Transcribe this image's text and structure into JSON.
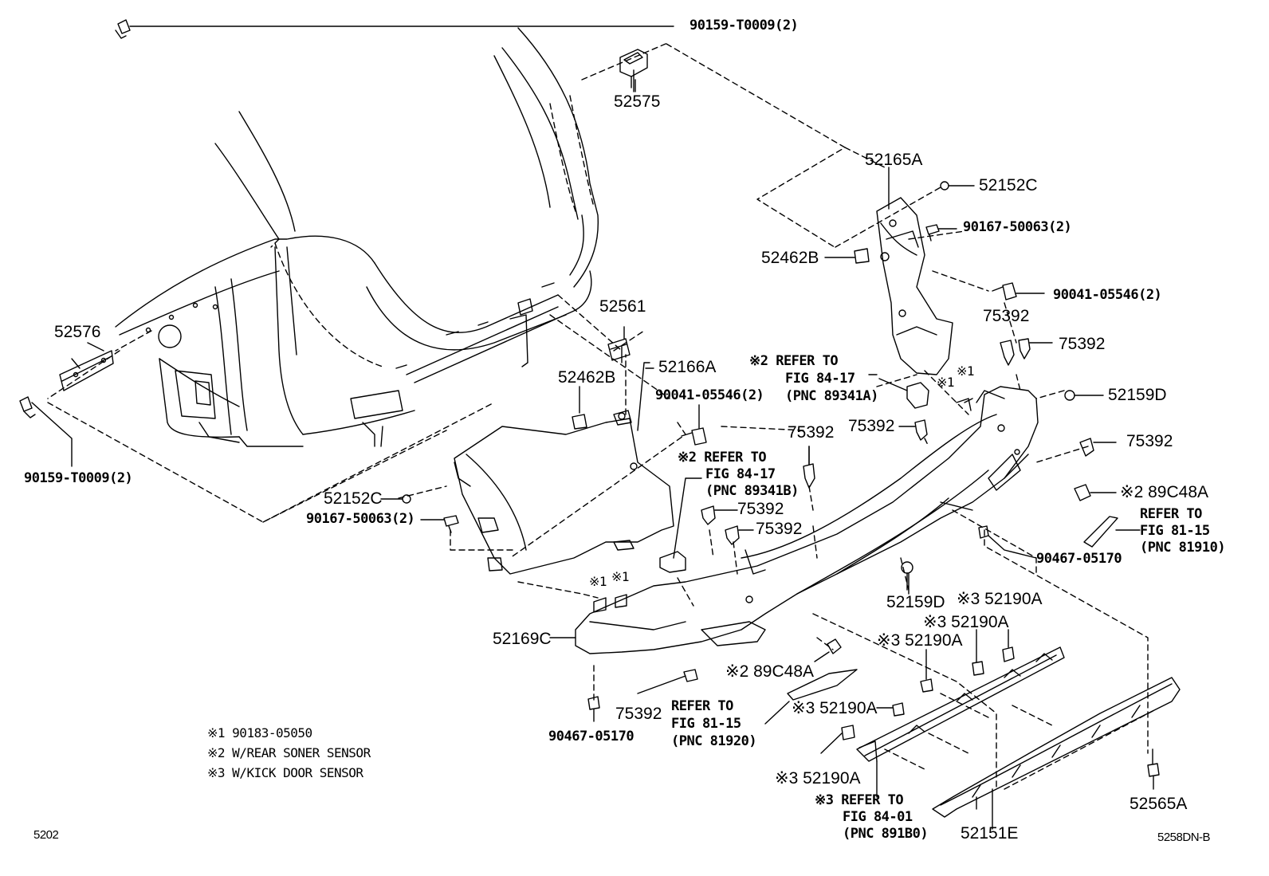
{
  "labels": {
    "p90159_top": "90159-T0009(2)",
    "p52575": "52575",
    "p52165A": "52165A",
    "p52152C_r": "52152C",
    "p90167_r": "90167-50063(2)",
    "p52462B_r": "52462B",
    "p90041_r": "90041-05546(2)",
    "p75392_r1": "75392",
    "p75392_r2": "75392",
    "p52561": "52561",
    "p52576": "52576",
    "p90159_left": "90159-T0009(2)",
    "p52462B_l": "52462B",
    "p52166A": "52166A",
    "p90041_l": "90041-05546(2)",
    "ref1_line1": "※2 REFER TO",
    "ref1_line2": "FIG 84-17",
    "ref1_line3": "(PNC 89341A)",
    "p52159D_r": "52159D",
    "p75392_m": "75392",
    "p75392_m2": "75392",
    "p75392_r3": "75392",
    "ref2_line1": "※2 REFER TO",
    "ref2_line2": "FIG 84-17",
    "ref2_line3": "(PNC 89341B)",
    "p52152C_l": "52152C",
    "p90167_l": "90167-50063(2)",
    "p75392_c1": "75392",
    "p75392_c2": "75392",
    "p89C48A_r": "※2 89C48A",
    "ref3_line1": "REFER TO",
    "ref3_line2": "FIG 81-15",
    "ref3_line3": "(PNC 81910)",
    "p90467_r": "90467-05170",
    "mark1a": "※1",
    "mark1b": "※1",
    "mark1c": "※1",
    "mark1d": "※1",
    "p52159D_c": "52159D",
    "p52190A_1": "※3 52190A",
    "p52190A_2": "※3 52190A",
    "p52190A_3": "※3 52190A",
    "p52169C": "52169C",
    "p89C48A_l": "※2 89C48A",
    "p75392_b": "75392",
    "ref4_line1": "REFER TO",
    "ref4_line2": "FIG 81-15",
    "ref4_line3": "(PNC 81920)",
    "p90467_l": "90467-05170",
    "p52190A_4": "※3 52190A",
    "p52190A_5": "※3 52190A",
    "ref5_line1": "※3 REFER TO",
    "ref5_line2": "FIG 84-01",
    "ref5_line3": "(PNC 891B0)",
    "p52151E": "52151E",
    "p52565A": "52565A"
  },
  "legend": [
    "※1 90183-05050",
    "※2 W/REAR SONER SENSOR",
    "※3 W/KICK DOOR SENSOR"
  ],
  "footer": {
    "left_code": "5202",
    "right_code": "5258DN-B"
  }
}
